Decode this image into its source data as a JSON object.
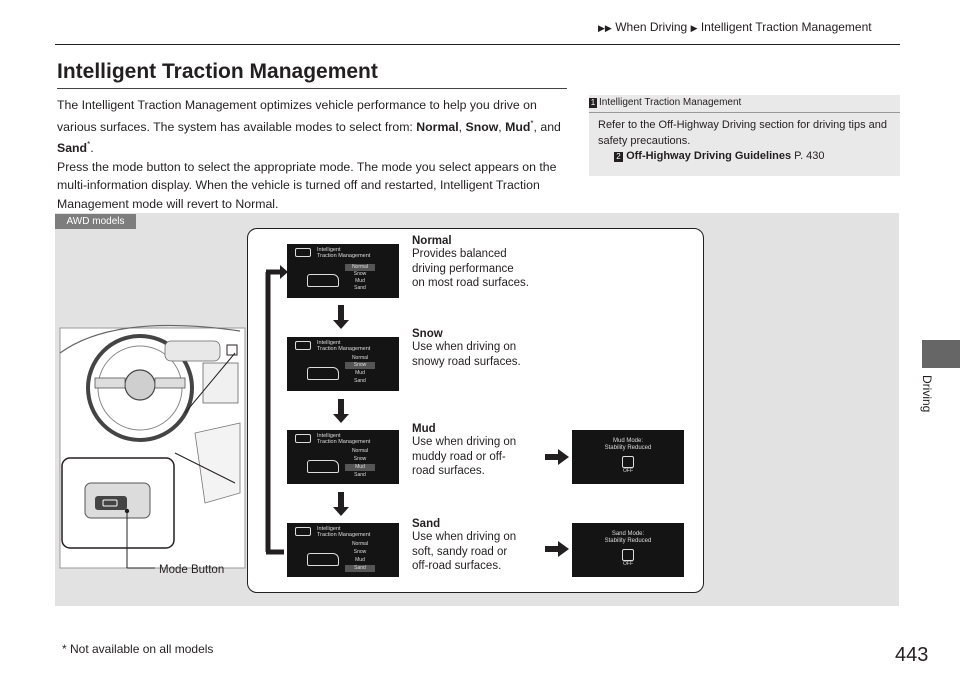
{
  "breadcrumb": {
    "item1": "When Driving",
    "item2": "Intelligent Traction Management"
  },
  "title": "Intelligent Traction Management",
  "body": {
    "line1": "The Intelligent Traction Management optimizes vehicle performance to help you",
    "line2_pre": "drive on various surfaces. The system has available modes to select from: ",
    "mode_normal": "Normal",
    "mode_snow": "Snow",
    "mode_mud": "Mud",
    "mode_sand": "Sand",
    "comma": ",",
    "and": ", and ",
    "star": "*",
    "period": ".",
    "line3": "Press the mode button to select the appropriate mode. The mode you select appears on the multi-information display. When the vehicle is turned off and restarted, Intelligent Traction Management mode will revert to Normal."
  },
  "note": {
    "marker": "1",
    "header": "Intelligent Traction Management",
    "text": "Refer to the Off-Highway Driving section for driving tips and safety precautions.",
    "link_marker": "2",
    "link_text": "Off-Highway Driving Guidelines",
    "link_page": " P. 430"
  },
  "side_tab": {
    "label": "Driving"
  },
  "panel": {
    "tag": "AWD models"
  },
  "screen_labels": {
    "header_line1": "Intelligent",
    "header_line2": "Traction Management",
    "options": [
      "Normal",
      "Snow",
      "Mud",
      "Sand"
    ]
  },
  "modes": [
    {
      "title": "Normal",
      "desc1": "Provides balanced",
      "desc2": "driving performance",
      "desc3": "on most road surfaces."
    },
    {
      "title": "Snow",
      "desc1": "Use when driving on",
      "desc2": "snowy road surfaces.",
      "desc3": ""
    },
    {
      "title": "Mud",
      "desc1": "Use when driving on",
      "desc2": "muddy road or off-",
      "desc3": "road surfaces."
    },
    {
      "title": "Sand",
      "desc1": "Use when driving on",
      "desc2": "soft, sandy road or",
      "desc3": "off-road surfaces."
    }
  ],
  "results": [
    {
      "line1": "Mud Mode:",
      "line2": "Stability Reduced",
      "off": "OFF"
    },
    {
      "line1": "Sand Mode:",
      "line2": "Stability Reduced",
      "off": "OFF"
    }
  ],
  "mode_button_label": "Mode Button",
  "footnote": "* Not available on all models",
  "page_number": "443"
}
